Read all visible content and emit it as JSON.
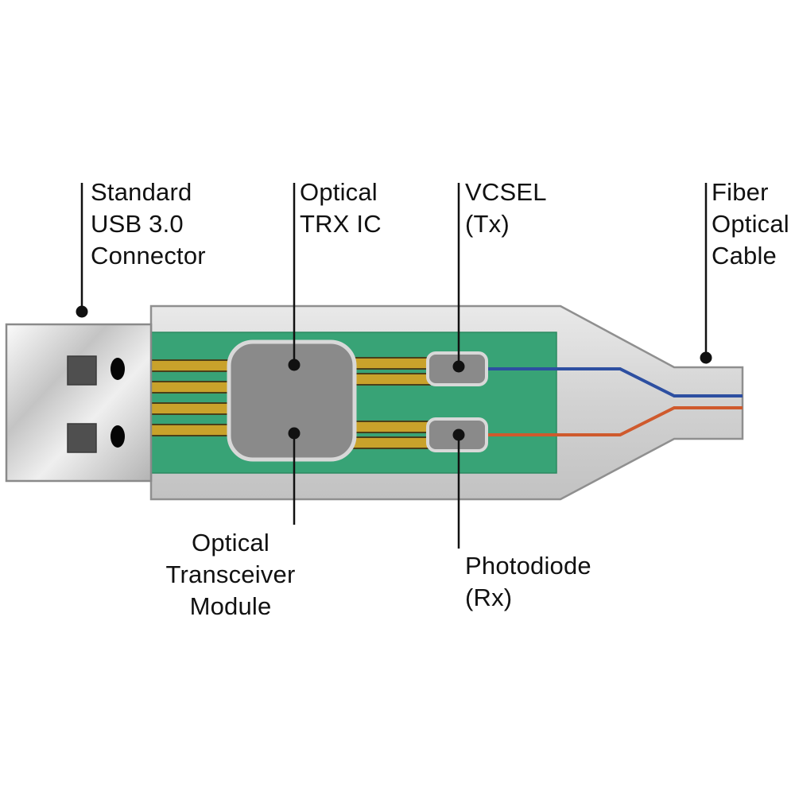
{
  "labels": {
    "usb_connector": "Standard\nUSB 3.0\nConnector",
    "optical_trx_ic": "Optical\nTRX IC",
    "vcsel_tx": "VCSEL\n(Tx)",
    "fiber_optical_cable": "Fiber\nOptical\nCable",
    "optical_transceiver_module": "Optical\nTransceiver\nModule",
    "photodiode_rx": "Photodiode\n(Rx)"
  },
  "colors": {
    "pcb_green": "#38a376",
    "trace_gold": "#c9a22b",
    "fiber_tx_blue": "#2d4fa1",
    "fiber_rx_orange": "#cf5a2d",
    "housing_gray": "#d2d2d2",
    "module_gray": "#8a8a8a",
    "leader_black": "#111111"
  }
}
